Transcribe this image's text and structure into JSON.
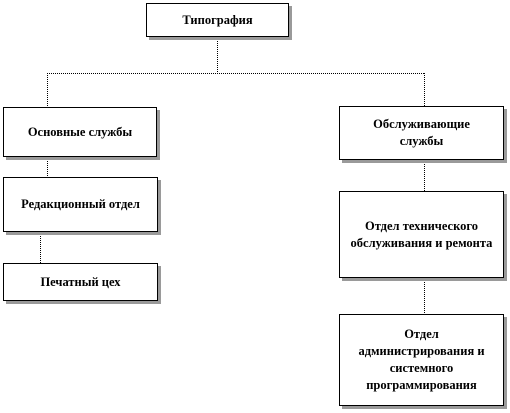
{
  "diagram": {
    "root": {
      "label": "Типография"
    },
    "left_branch": {
      "label": "Основные службы",
      "children": [
        "Редакционный отдел",
        "Печатный цех"
      ]
    },
    "right_branch": {
      "label": "Обслуживающие службы",
      "children": [
        "Отдел технического обслуживания и ремонта",
        "Отдел администрирования и системного программирования"
      ]
    }
  },
  "colors": {
    "border": "#000000",
    "shadow": "#9a9a9a",
    "background": "#ffffff"
  }
}
